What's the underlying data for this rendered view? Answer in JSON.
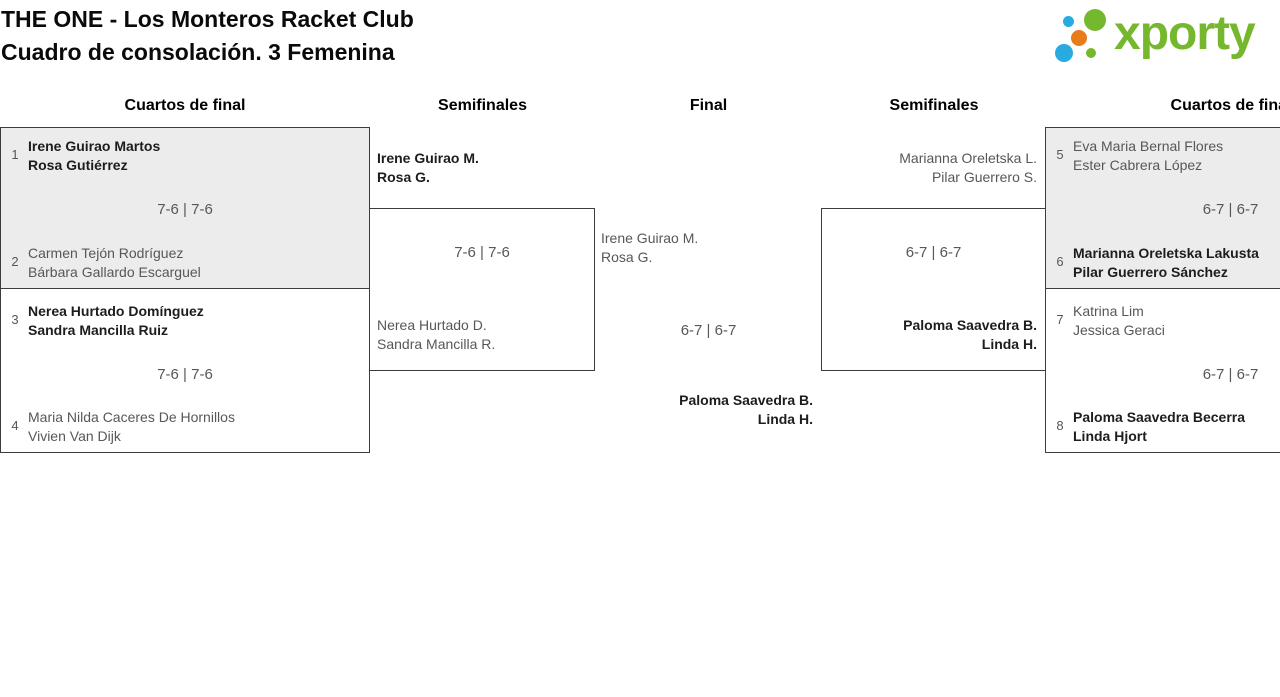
{
  "header": {
    "title_line1": "THE ONE - Los Monteros Racket Club",
    "title_line2": "Cuadro de consolación. 3 Femenina",
    "logo_text": "xporty"
  },
  "round_labels": [
    "Cuartos de final",
    "Semifinales",
    "Final",
    "Semifinales",
    "Cuartos de final"
  ],
  "colors": {
    "logo_green": "#76b82d",
    "logo_blue": "#29abe2",
    "logo_orange": "#e87b1a",
    "box_gray_background": "#ececec",
    "box_border": "#3c3c3b",
    "winner_text": "#1d1d1b",
    "regular_text": "#575756"
  },
  "matches": {
    "qf": [
      {
        "seed_top": "1",
        "seed_bottom": "2",
        "score": "7-6 | 7-6",
        "top": {
          "line1": "Irene Guirao Martos",
          "line2": "Rosa Gutiérrez",
          "bold": true
        },
        "bottom": {
          "line1": "Carmen Tejón Rodríguez",
          "line2": "Bárbara Gallardo Escarguel",
          "bold": false
        }
      },
      {
        "seed_top": "3",
        "seed_bottom": "4",
        "score": "7-6 | 7-6",
        "top": {
          "line1": "Nerea Hurtado Domínguez",
          "line2": "Sandra Mancilla Ruiz",
          "bold": true
        },
        "bottom": {
          "line1": "Maria Nilda Caceres De Hornillos",
          "line2": "Vivien Van Dijk",
          "bold": false
        }
      },
      {
        "seed_top": "5",
        "seed_bottom": "6",
        "score": "6-7 | 6-7",
        "top": {
          "line1": "Eva Maria Bernal Flores",
          "line2": "Ester Cabrera López",
          "bold": false
        },
        "bottom": {
          "line1": "Marianna Oreletska Lakusta",
          "line2": "Pilar Guerrero Sánchez",
          "bold": true
        }
      },
      {
        "seed_top": "7",
        "seed_bottom": "8",
        "score": "6-7 | 6-7",
        "top": {
          "line1": "Katrina Lim",
          "line2": "Jessica Geraci",
          "bold": false
        },
        "bottom": {
          "line1": "Paloma Saavedra Becerra",
          "line2": "Linda Hjort",
          "bold": true
        }
      }
    ],
    "sf": [
      {
        "score": "7-6 | 7-6",
        "top": {
          "line1": "Irene Guirao M.",
          "line2": "Rosa G.",
          "bold": true
        },
        "bottom": {
          "line1": "Nerea Hurtado D.",
          "line2": "Sandra Mancilla R.",
          "bold": false
        }
      },
      {
        "score": "6-7 | 6-7",
        "top": {
          "line1": "Marianna Oreletska L.",
          "line2": "Pilar Guerrero S.",
          "bold": false
        },
        "bottom": {
          "line1": "Paloma Saavedra B.",
          "line2": "Linda H.",
          "bold": true
        }
      }
    ],
    "final": {
      "score": "6-7 | 6-7",
      "top": {
        "line1": "Irene Guirao M.",
        "line2": "Rosa G.",
        "bold": false
      },
      "bottom": {
        "line1": "Paloma Saavedra B.",
        "line2": "Linda H.",
        "bold": true
      }
    }
  }
}
